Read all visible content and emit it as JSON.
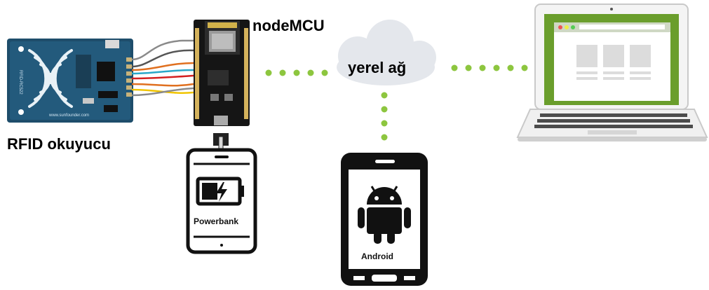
{
  "labels": {
    "rfid": "RFID okuyucu",
    "node": "nodeMCU",
    "network": "yerel ağ",
    "powerbank": "Powerbank",
    "android": "Android",
    "rfid_board_text": "RFID-RC522",
    "rfid_board_url": "www.sunfounder.com"
  },
  "icons": {
    "rfid": "rfid-reader-board-icon",
    "node": "nodemcu-board-icon",
    "cloud": "cloud-icon",
    "laptop": "laptop-icon",
    "phone": "android-phone-icon",
    "powerbank": "powerbank-icon",
    "battery": "battery-charging-icon",
    "robot": "android-robot-icon"
  },
  "colors": {
    "link_dots": "#8dc63f",
    "rfid_board": "#1e4d6b",
    "laptop_screen": "#6a9e2c",
    "cloud": "#e4e7ec",
    "device_outline": "#111111"
  }
}
